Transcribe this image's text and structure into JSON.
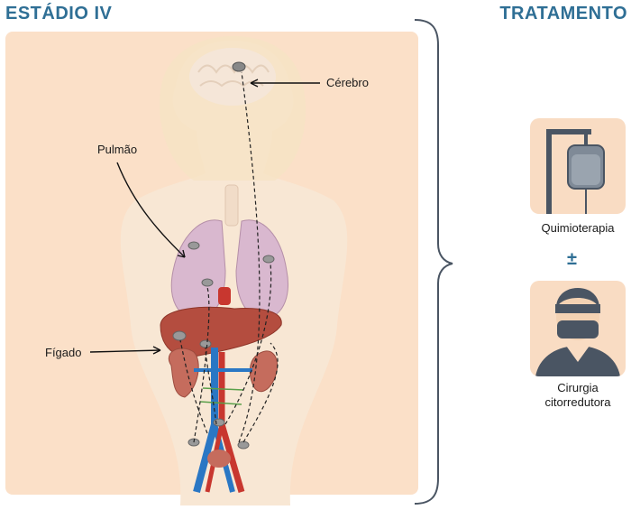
{
  "header": {
    "stage": "ESTÁDIO IV",
    "treatment": "TRATAMENTO"
  },
  "anatomy": {
    "labels": {
      "brain": "Cérebro",
      "lung": "Pulmão",
      "liver": "Fígado"
    }
  },
  "treatments": {
    "chemo": "Quimioterapia",
    "combinator": "±",
    "surgery_line1": "Cirurgia",
    "surgery_line2": "citorredutora"
  },
  "colors": {
    "title": "#2f6f95",
    "panel_bg": "#fbe0c8",
    "body_silhouette": "#f8e7d4",
    "lung": "#d9b8cf",
    "liver": "#b44d3f",
    "kidney": "#c56c5d",
    "vein": "#2a77c4",
    "artery": "#c8372f",
    "tile_bg": "#f9dcc3",
    "icon_dark": "#4a5563"
  },
  "icons": {
    "chemo": "iv-drip-icon",
    "surgery": "surgeon-icon",
    "brace": "right-brace-icon"
  }
}
